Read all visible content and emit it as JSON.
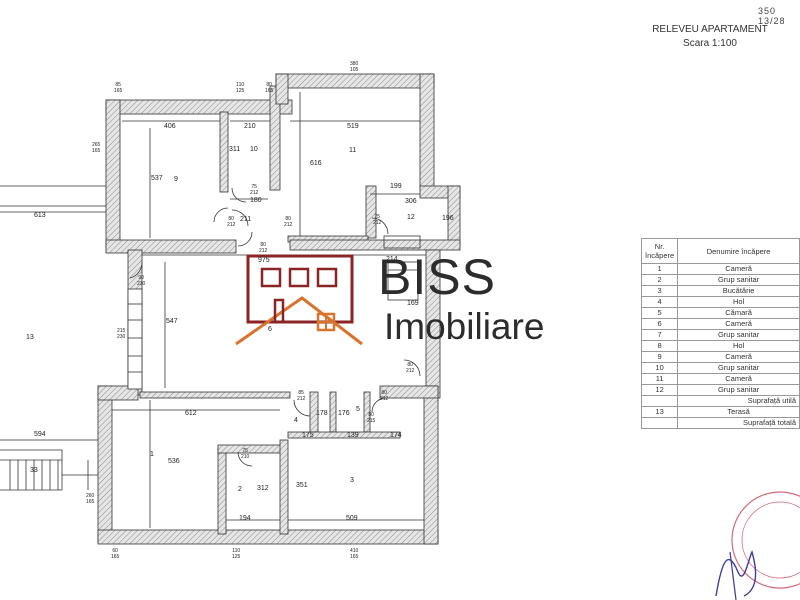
{
  "header": {
    "doc_id": "350 13/28",
    "title": "RELEVEU APARTAMENT",
    "scale": "Scara 1:100"
  },
  "logo": {
    "line1": "BISS",
    "line2": "Imobiliare",
    "colors": {
      "frame": "#8b2424",
      "roof": "#d8742e",
      "text": "#2c2c2c"
    }
  },
  "legend": {
    "col_nr": "Nr. încăpere",
    "col_name": "Denumire încăpere",
    "rows": [
      {
        "nr": "1",
        "name": "Cameră"
      },
      {
        "nr": "2",
        "name": "Grup sanitar"
      },
      {
        "nr": "3",
        "name": "Bucătărie"
      },
      {
        "nr": "4",
        "name": "Hol"
      },
      {
        "nr": "5",
        "name": "Cămară"
      },
      {
        "nr": "6",
        "name": "Cameră"
      },
      {
        "nr": "7",
        "name": "Grup sanitar"
      },
      {
        "nr": "8",
        "name": "Hol"
      },
      {
        "nr": "9",
        "name": "Cameră"
      },
      {
        "nr": "10",
        "name": "Grup sanitar"
      },
      {
        "nr": "11",
        "name": "Cameră"
      },
      {
        "nr": "12",
        "name": "Grup sanitar"
      },
      {
        "nr": "",
        "name": "Suprafață utilă"
      },
      {
        "nr": "13",
        "name": "Terasă"
      },
      {
        "nr": "",
        "name": "Suprafață totală"
      }
    ]
  },
  "rooms": {
    "r1": "1",
    "r2": "2",
    "r3": "3",
    "r4": "4",
    "r5": "5",
    "r6": "6",
    "r9": "9",
    "r10": "10",
    "r11": "11",
    "r12": "12",
    "r13": "13",
    "r33": "33"
  },
  "dims": {
    "d406": "406",
    "d210": "210",
    "d519": "519",
    "d537": "537",
    "d311": "311",
    "d616": "616",
    "d180": "180",
    "d211": "211",
    "d199": "199",
    "d306": "306",
    "d196": "196",
    "d975": "975",
    "d214": "214",
    "d547": "547",
    "d613": "613",
    "d594": "594",
    "d612": "612",
    "d178": "178",
    "d176": "176",
    "d175": "175",
    "d139": "139",
    "d174": "174",
    "d536": "536",
    "d312": "312",
    "d351": "351",
    "d194": "194",
    "d509": "509",
    "d169": "169",
    "w85t": "85",
    "w165t": "165",
    "w110t": "110",
    "w125t": "125",
    "w80t": "80",
    "w165u": "165",
    "w380t": "380",
    "w105t": "105",
    "w265": "265",
    "w165l": "165",
    "w75a": "75",
    "w212a": "212",
    "w80a": "80",
    "w212b": "212",
    "w80b": "80",
    "w212c": "212",
    "w80c": "80",
    "w212d": "212",
    "w75b": "75",
    "w212e": "212",
    "w90": "90",
    "w230": "230",
    "w215": "215",
    "w230b": "230",
    "w80d": "80",
    "w212f": "212",
    "w85b": "85",
    "w212g": "212",
    "w80e": "80",
    "w212h": "212",
    "w80f": "80",
    "w215b": "215",
    "w75c": "75",
    "w210": "210",
    "w260": "260",
    "w165m": "165",
    "w60": "60",
    "w165b": "165",
    "w110b": "110",
    "w125b": "125",
    "w410": "410",
    "w165c": "165"
  }
}
